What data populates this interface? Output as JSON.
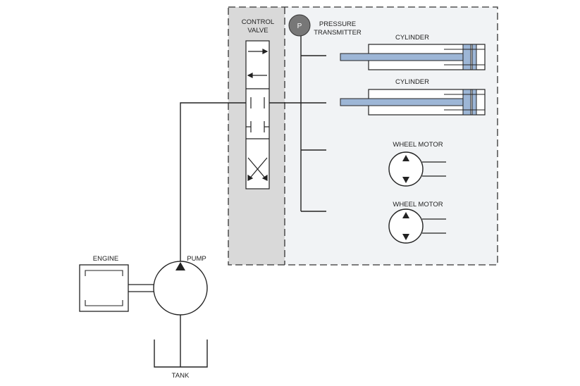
{
  "labels": {
    "control_valve": [
      "CONTROL",
      "VALVE"
    ],
    "pressure_transmitter": [
      "PRESSURE",
      "TRANSMITTER"
    ],
    "pressure_symbol": "P",
    "cylinder_1": "CYLINDER",
    "cylinder_2": "CYLINDER",
    "wheel_motor_1": "WHEEL MOTOR",
    "wheel_motor_2": "WHEEL MOTOR",
    "engine": "ENGINE",
    "pump": "PUMP",
    "tank": "TANK"
  },
  "colors": {
    "line": "#222222",
    "cylinder_fill": "#9db6d6",
    "valve_zone": "#d9d9d9",
    "machine_zone": "#f1f3f5",
    "transmitter": "#777777"
  }
}
